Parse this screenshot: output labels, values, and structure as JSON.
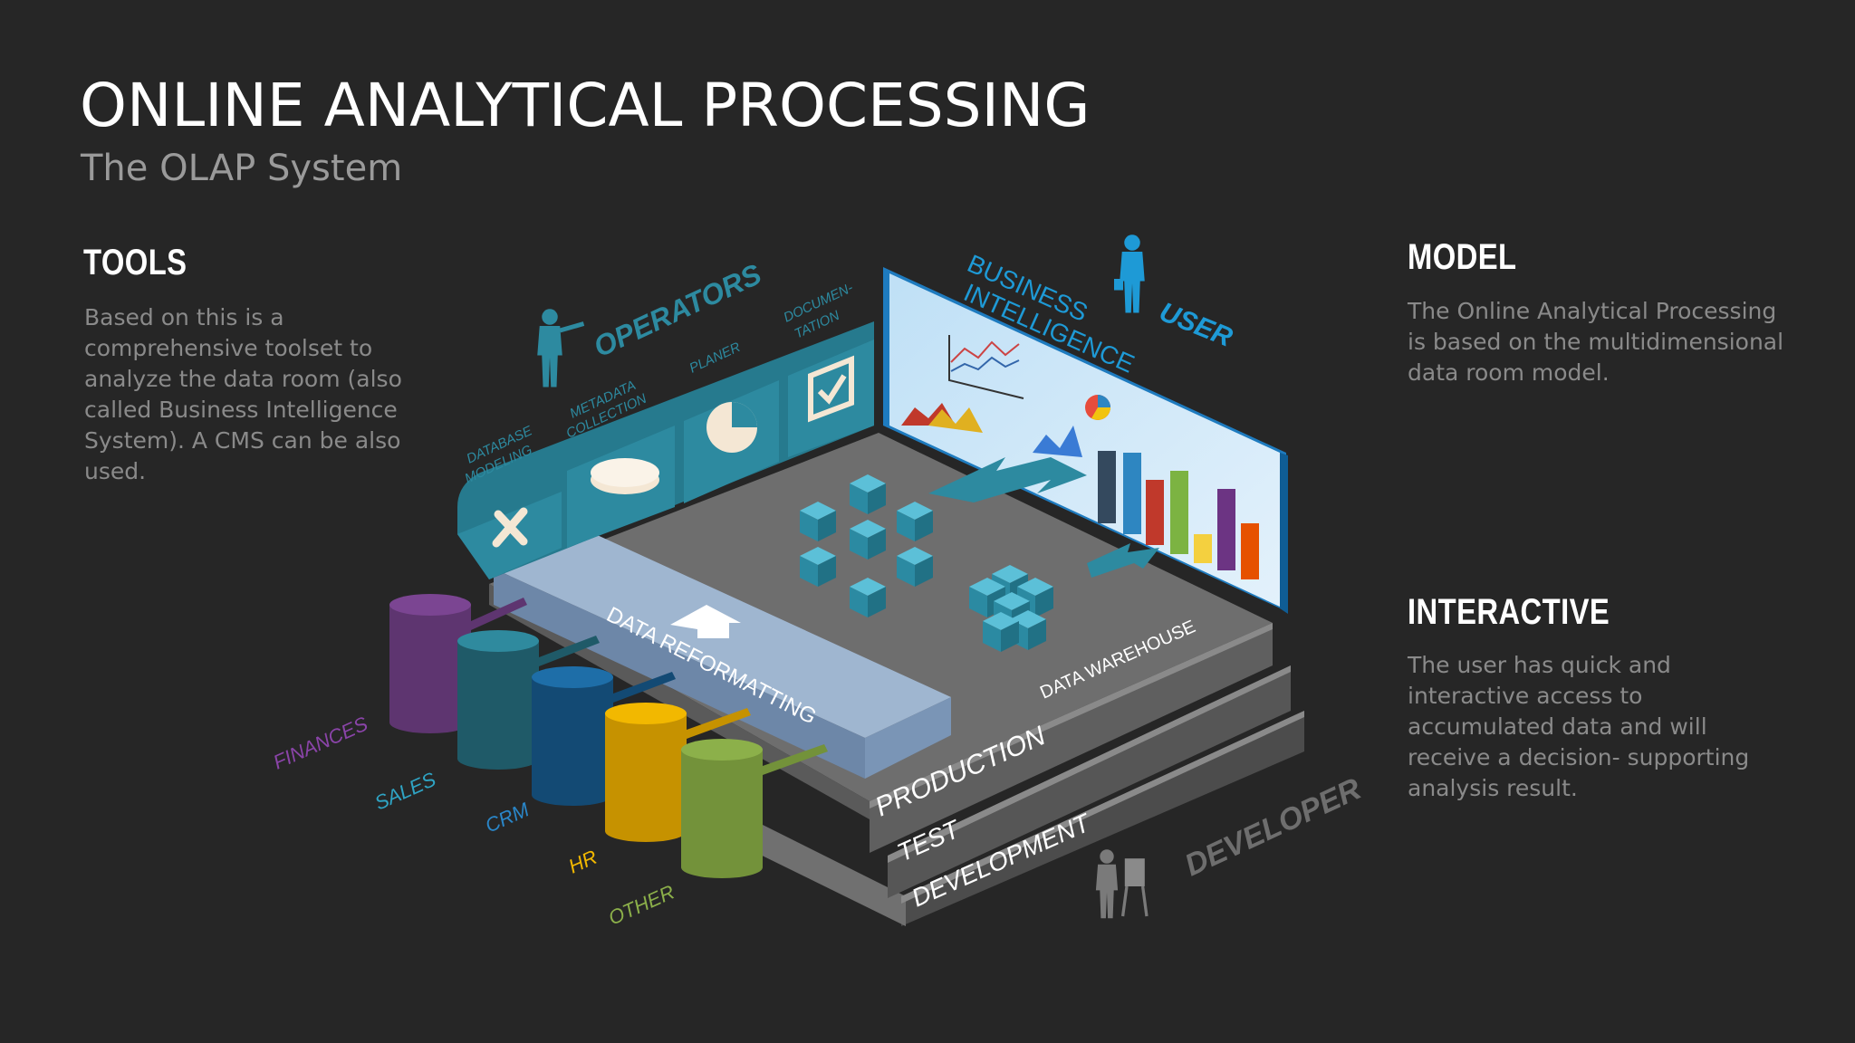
{
  "header": {
    "title": "ONLINE ANALYTICAL PROCESSING",
    "subtitle": "The OLAP System"
  },
  "sections": {
    "tools": {
      "heading": "TOOLS",
      "text": "Based on this is a comprehensive toolset to analyze the data room (also called Business Intelligence System). A CMS can be also used."
    },
    "model": {
      "heading": "MODEL",
      "text": "The Online Analytical Processing is based on the multidimensional data room model."
    },
    "interactive": {
      "heading": "INTERACTIVE",
      "text": "The user has quick and interactive access to accumulated data and will receive a decision- supporting analysis result."
    }
  },
  "diagram": {
    "operators_label": "OPERATORS",
    "user_label": "USER",
    "developer_label": "DEVELOPER",
    "bi_line1": "BUSINESS",
    "bi_line2": "INTELLIGENCE",
    "tools": {
      "database_modeling": [
        "DATABASE",
        "MODELING"
      ],
      "metadata_collection": [
        "METADATA",
        "COLLECTION"
      ],
      "planer": [
        "PLANER"
      ],
      "documentation": [
        "DOCUMEN-",
        "TATION"
      ]
    },
    "data_reformatting": "DATA REFORMATTING",
    "data_warehouse": "DATA WAREHOUSE",
    "layers": {
      "production": "PRODUCTION",
      "test": "TEST",
      "development": "DEVELOPMENT"
    },
    "sources": {
      "finances": "FINANCES",
      "sales": "SALES",
      "crm": "CRM",
      "hr": "HR",
      "other": "OTHER"
    },
    "colors": {
      "finances": "#5e3570",
      "sales": "#1f5a68",
      "crm": "#134a74",
      "hr": "#c69200",
      "other": "#73923a",
      "teal": "#2d8aa0",
      "blue_accent": "#1e9ad6",
      "cube": "#3aa4bd"
    }
  }
}
